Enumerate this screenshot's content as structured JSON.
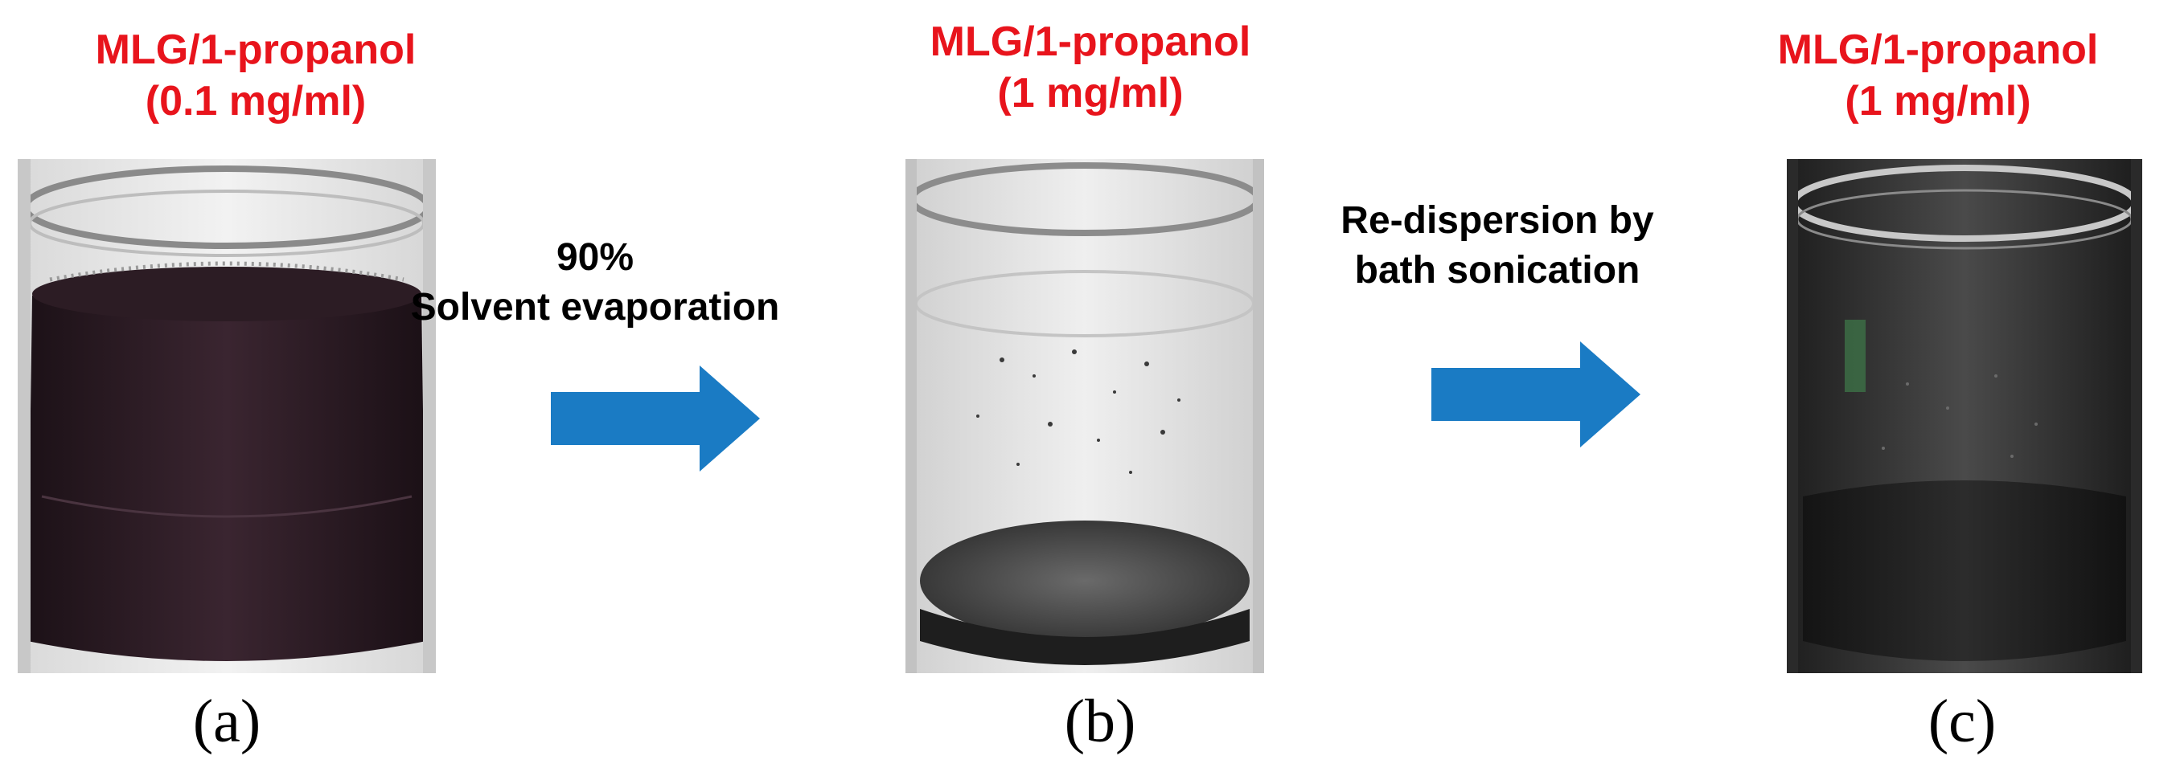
{
  "panels": [
    {
      "title_line1": "MLG/1-propanol",
      "title_line2": "(0.1 mg/ml)",
      "caption": "(a)"
    },
    {
      "title_line1": "MLG/1-propanol",
      "title_line2": "(1 mg/ml)",
      "caption": "(b)"
    },
    {
      "title_line1": "MLG/1-propanol",
      "title_line2": "(1 mg/ml)",
      "caption": "(c)"
    }
  ],
  "steps": [
    {
      "line1": "90%",
      "line2": "Solvent evaporation",
      "arrow_color": "#1a7bc4"
    },
    {
      "line1": "Re-dispersion by",
      "line2": "bath sonication",
      "arrow_color": "#1a7bc4"
    }
  ],
  "colors": {
    "label_red": "#e8141c",
    "arrow_blue": "#1a7bc4"
  }
}
